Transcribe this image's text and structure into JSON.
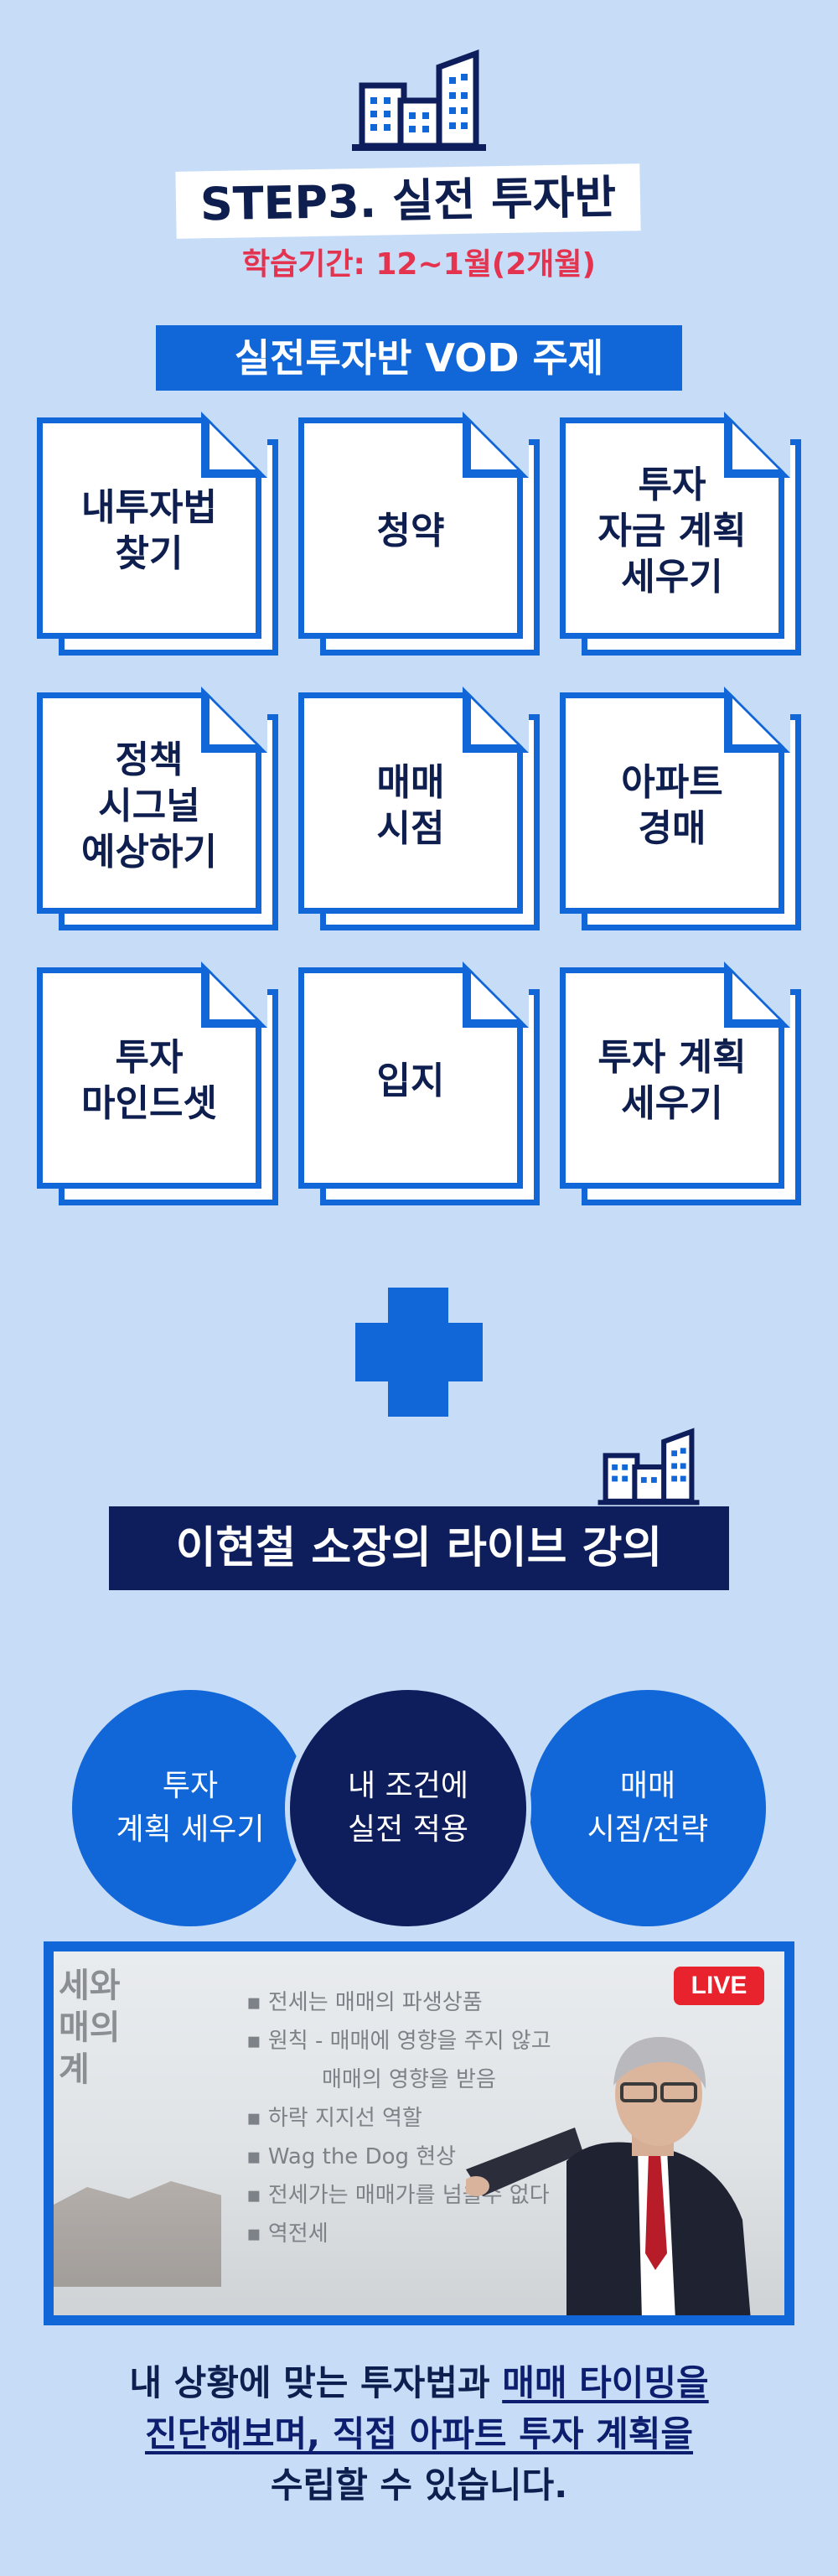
{
  "header": {
    "step_title": "STEP3. 실전 투자반",
    "period": "학습기간: 12~1월(2개월)"
  },
  "vod": {
    "title": "실전투자반 VOD 주제",
    "topics": [
      "내투자법\n찾기",
      "청약",
      "투자\n자금 계획\n세우기",
      "정책\n시그널\n예상하기",
      "매매\n시점",
      "아파트\n경매",
      "투자\n마인드셋",
      "입지",
      "투자 계획\n세우기"
    ]
  },
  "live": {
    "title": "이현철 소장의 라이브 강의",
    "circles": [
      "투자\n계획 세우기",
      "내 조건에\n실전 적용",
      "매매\n시점/전략"
    ]
  },
  "video": {
    "live_badge": "LIVE",
    "slide_side": "세와\n매의\n계",
    "bullets": [
      "▪ 전세는 매매의 파생상품",
      "▪ 원칙 - 매매에 영향을 주지 않고",
      "매매의 영향을 받음",
      "▪ 하락 지지선 역할",
      "▪ Wag the Dog 현상",
      "▪ 전세가는 매매가를 넘을수 없다",
      "▪ 역전세"
    ]
  },
  "caption": {
    "line1_a": "내 상황에 맞는 투자법과 ",
    "line1_b": "매매 타이밍을",
    "line2_a": "진단해보며, 직접 아파트 투자 계획을",
    "line3": "수립할 수 있습니다."
  },
  "colors": {
    "background": "#c6dcf7",
    "blue": "#1166d8",
    "navy": "#0e1e5c",
    "period_red": "#e4334f"
  }
}
